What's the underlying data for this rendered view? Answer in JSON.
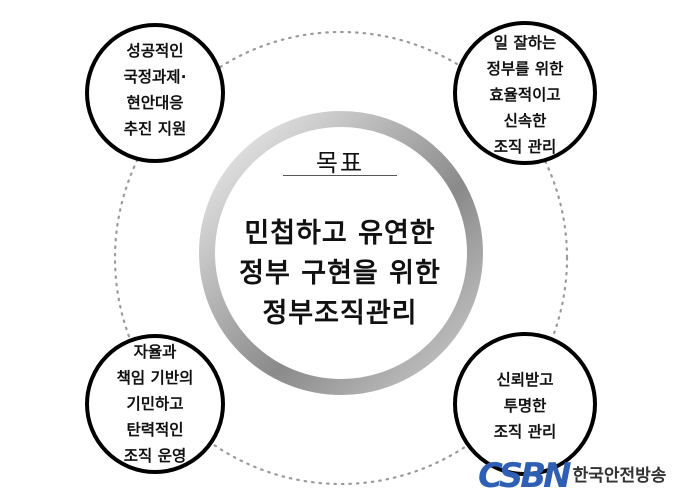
{
  "center": {
    "label": "목표",
    "lines": [
      "민첩하고 유연한",
      "정부 구현을 위한",
      "정부조직관리"
    ]
  },
  "satellites": {
    "top_left": [
      "성공적인",
      "국정과제·",
      "현안대응",
      "추진 지원"
    ],
    "top_right": [
      "일 잘하는",
      "정부를 위한",
      "효율적이고",
      "신속한",
      "조직 관리"
    ],
    "bottom_left": [
      "자율과",
      "책임 기반의",
      "기민하고",
      "탄력적인",
      "조직 운영"
    ],
    "bottom_right": [
      "신뢰받고",
      "투명한",
      "조직 관리"
    ]
  },
  "logo": {
    "mark": "CSBN",
    "text": "한국안전방송",
    "color": "#2f5fb3"
  }
}
